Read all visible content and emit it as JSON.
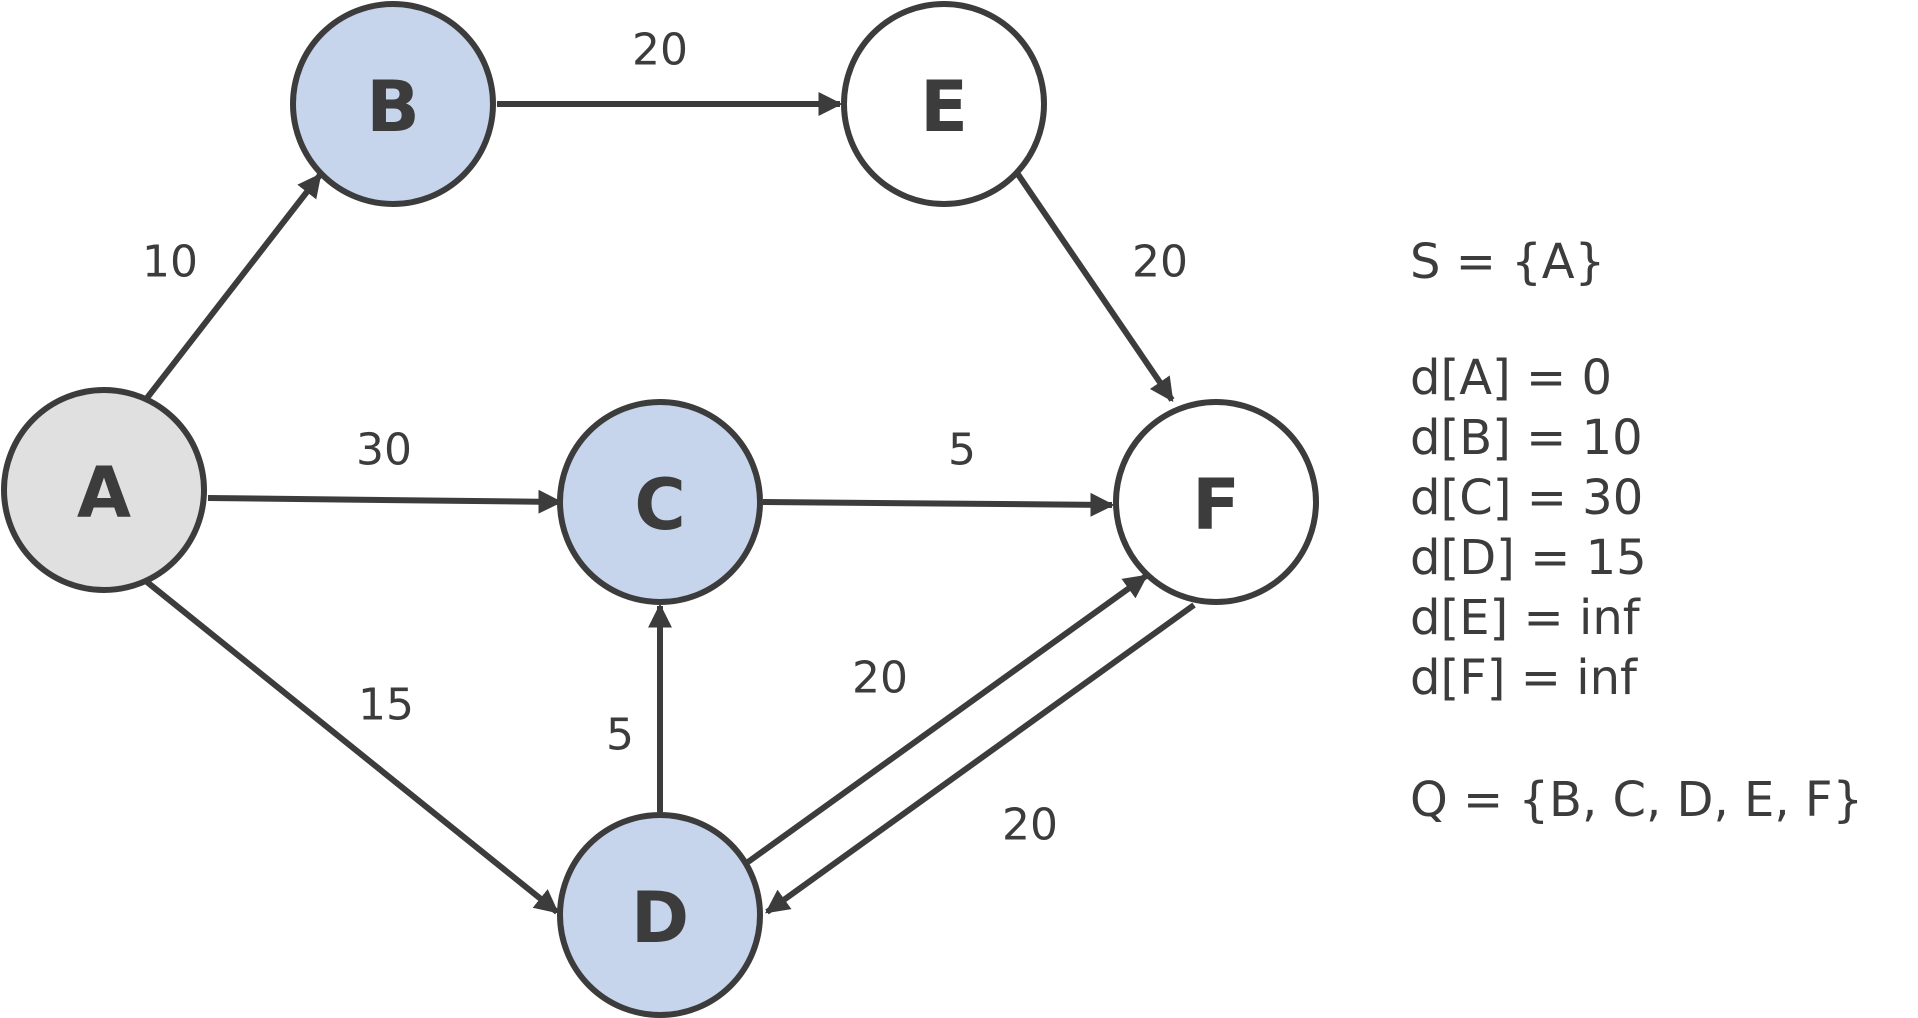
{
  "colors": {
    "stroke": "#3c3c3c",
    "source_fill": "#e0e0e0",
    "visited_fill": "#c6d4ec",
    "unvisited_fill": "#ffffff"
  },
  "nodes": [
    {
      "id": "A",
      "label": "A",
      "state": "source"
    },
    {
      "id": "B",
      "label": "B",
      "state": "visited"
    },
    {
      "id": "C",
      "label": "C",
      "state": "visited"
    },
    {
      "id": "D",
      "label": "D",
      "state": "visited"
    },
    {
      "id": "E",
      "label": "E",
      "state": "unvisited"
    },
    {
      "id": "F",
      "label": "F",
      "state": "unvisited"
    }
  ],
  "edges": [
    {
      "from": "A",
      "to": "B",
      "weight": "10"
    },
    {
      "from": "A",
      "to": "C",
      "weight": "30"
    },
    {
      "from": "A",
      "to": "D",
      "weight": "15"
    },
    {
      "from": "B",
      "to": "E",
      "weight": "20"
    },
    {
      "from": "C",
      "to": "F",
      "weight": "5"
    },
    {
      "from": "D",
      "to": "C",
      "weight": "5"
    },
    {
      "from": "D",
      "to": "F",
      "weight": "20"
    },
    {
      "from": "E",
      "to": "F",
      "weight": "20"
    },
    {
      "from": "F",
      "to": "D",
      "weight": "20"
    }
  ],
  "panel": {
    "set_s": "S = {A}",
    "distances": [
      "d[A] = 0",
      "d[B] = 10",
      "d[C] = 30",
      "d[D] = 15",
      "d[E] = inf",
      "d[F] = inf"
    ],
    "queue_q": "Q = {B, C, D, E, F}"
  }
}
